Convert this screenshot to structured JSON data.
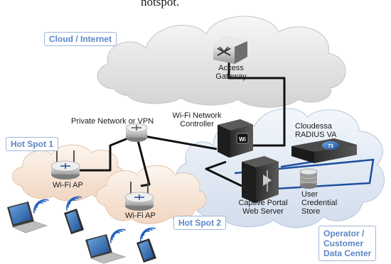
{
  "top_caption": "hotspot.",
  "zones": {
    "cloud": "Cloud / Internet",
    "hotspot_1": "Hot Spot 1",
    "hotspot_2": "Hot Spot 2",
    "operator": [
      "Operator /",
      "Customer",
      "Data Center"
    ]
  },
  "devices": {
    "access_gateway": [
      "Access",
      "Gateway"
    ],
    "private_network": "Private Network or VPN",
    "wifi_controller": [
      "Wi-Fi Network",
      "Controller"
    ],
    "radius": [
      "Cloudessa",
      "RADIUS VA"
    ],
    "captive_portal": [
      "Captive Portal",
      "Web Server"
    ],
    "credential_store": [
      "User",
      "Credential",
      "Store"
    ],
    "ap_1": "Wi-Fi  AP",
    "ap_2": "Wi-Fi  AP"
  },
  "colors": {
    "zone_label": "#5b87c6",
    "cable": "#111111",
    "lan_cable": "#1f4fa0",
    "cloud_gray": "#dcdcdc",
    "cloud_blue": "#dce6f3",
    "cloud_peach": "#f7e4d4"
  },
  "icons": [
    "router-icon",
    "server-icon",
    "laptop-icon",
    "tablet-icon",
    "database-icon",
    "wifi-signal-icon"
  ]
}
